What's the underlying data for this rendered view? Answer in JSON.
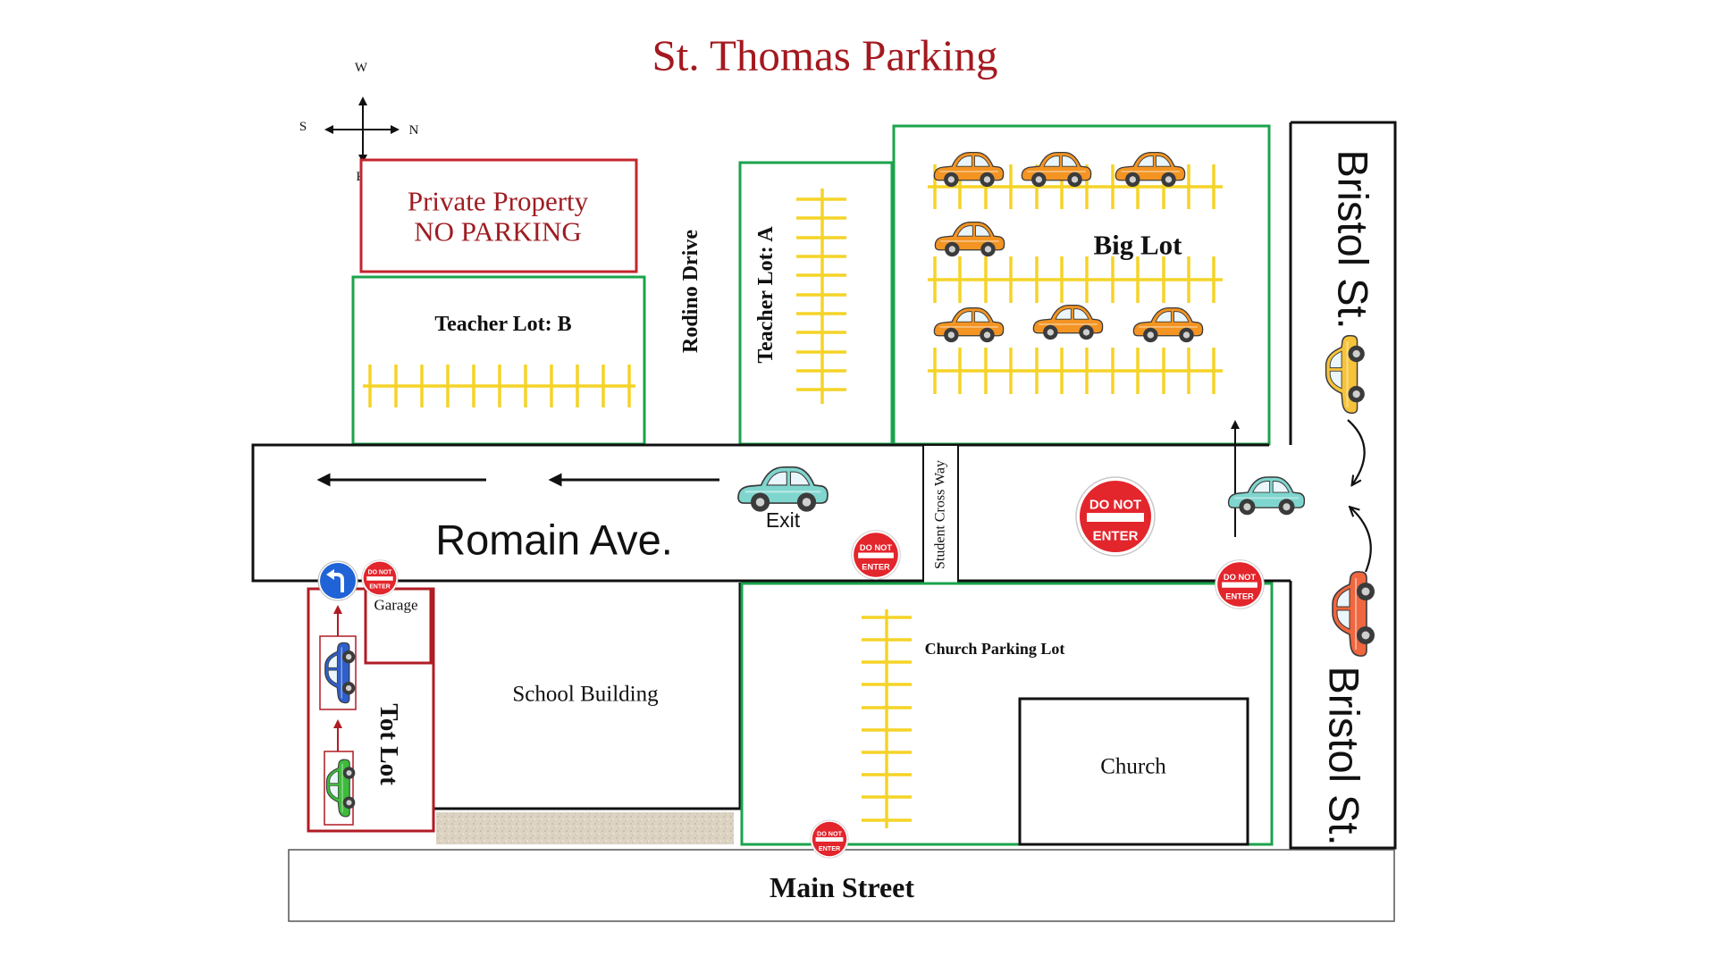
{
  "title": "St. Thomas Parking",
  "compass": {
    "west": "W",
    "south": "S",
    "north": "N",
    "east": "E"
  },
  "labels": {
    "private_property": "Private Property",
    "no_parking": "NO PARKING",
    "teacher_lot_b": "Teacher Lot: B",
    "rodino_drive": "Rodino Drive",
    "teacher_lot_a": "Teacher Lot: A",
    "big_lot": "Big Lot",
    "romain_ave": "Romain Ave.",
    "exit": "Exit",
    "student_cross_way": "Student Cross Way",
    "bristol_st_top": "Bristol St.",
    "bristol_st_bottom": "Bristol St.",
    "garage": "Garage",
    "tot_lot": "Tot Lot",
    "school_building": "School Building",
    "church_parking_lot": "Church Parking Lot",
    "church": "Church",
    "main_street": "Main Street"
  },
  "do_not_enter_sign": {
    "line1": "DO NOT",
    "line2": "ENTER"
  },
  "colors": {
    "title-color": "#a3191f",
    "private-property-border": "#c4262e",
    "private-property-text": "#9e1c22",
    "lot-border": "#1ba34c",
    "parking-stripes": "#f5d327",
    "do-not-enter": "#e3252c",
    "turn-sign": "#1f63d6",
    "tot-lot-border": "#b01c24",
    "car-orange": "#f39423",
    "car-teal": "#7fd6cf",
    "car-yellow": "#f6c33a",
    "car-red": "#f0663e",
    "car-blue": "#2f5fcb",
    "car-green": "#3dbb3a"
  },
  "icons": {
    "compass": "compass-icon",
    "car": "car-icon",
    "do_not_enter": "do-not-enter-sign-icon",
    "turn_left": "turn-left-sign-icon",
    "arrow": "direction-arrow-icon"
  }
}
